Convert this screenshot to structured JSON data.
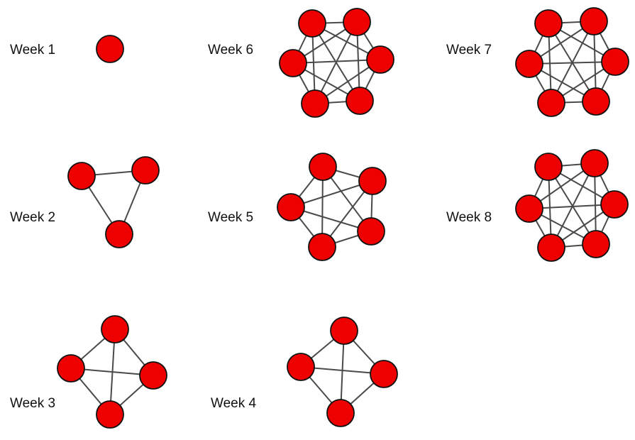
{
  "colors": {
    "node_fill": "#ee0000",
    "node_stroke": "#111111",
    "edge": "#4a4a4a",
    "text": "#111111",
    "background": "#ffffff"
  },
  "graphs": [
    {
      "label": "Week 1",
      "nodes": 1,
      "edges": "complete"
    },
    {
      "label": "Week 2",
      "nodes": 3,
      "edges": "complete"
    },
    {
      "label": "Week 3",
      "nodes": 4,
      "edges": "complete"
    },
    {
      "label": "Week 4",
      "nodes": 4,
      "edges": "complete"
    },
    {
      "label": "Week 5",
      "nodes": 5,
      "edges": "complete"
    },
    {
      "label": "Week 6",
      "nodes": 6,
      "edges": "complete"
    },
    {
      "label": "Week 7",
      "nodes": 6,
      "edges": "complete"
    },
    {
      "label": "Week 8",
      "nodes": 6,
      "edges": "complete"
    }
  ]
}
